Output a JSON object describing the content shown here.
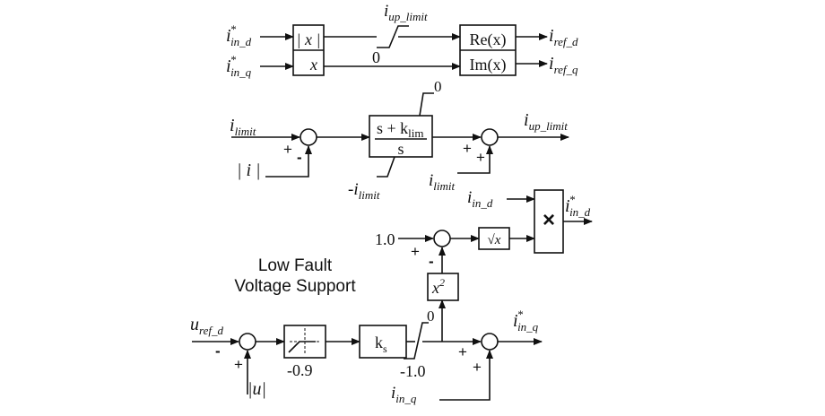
{
  "block1": {
    "in_d": {
      "main": "i",
      "sup": "*",
      "sub": "in_d"
    },
    "in_q": {
      "main": "i",
      "sup": "*",
      "sub": "in_q"
    },
    "abs_block": "| x |",
    "x_block": "x",
    "up_limit": {
      "main": "i",
      "sub": "up_limit"
    },
    "zero": "0",
    "re_block": "Re(x)",
    "im_block": "Im(x)",
    "out_d": {
      "main": "i",
      "sub": "ref_d"
    },
    "out_q": {
      "main": "i",
      "sub": "ref_q"
    }
  },
  "block2": {
    "limit_in": {
      "main": "i",
      "sub": "limit"
    },
    "abs_i": "| i |",
    "plus": "+",
    "minus": "-",
    "pi_num": "s + k",
    "pi_num_sub": "lim",
    "pi_den": "s",
    "upper": "0",
    "lower": {
      "main": "-i",
      "sub": "limit"
    },
    "limit_add": {
      "main": "i",
      "sub": "limit"
    },
    "plus2a": "+",
    "plus2b": "+",
    "out": {
      "main": "i",
      "sub": "up_limit"
    }
  },
  "block3": {
    "in_d": {
      "main": "i",
      "sub": "in_d"
    },
    "one": "1.0",
    "plus": "+",
    "minus": "-",
    "sqrt": "√x",
    "mult": "×",
    "out_d": {
      "main": "i",
      "sup": "*",
      "sub": "in_d"
    },
    "square": "x",
    "square_sup": "2"
  },
  "block4": {
    "title_line1": "Low Fault",
    "title_line2": "Voltage Support",
    "uref": {
      "main": "u",
      "sub": "ref_d"
    },
    "minus": "-",
    "plus": "+",
    "abs_u": "|u|",
    "deadband_val": "-0.9",
    "gain": "k",
    "gain_sub": "s",
    "upper": "0",
    "lower": "-1.0",
    "plus_a": "+",
    "plus_b": "+",
    "in_q": {
      "main": "i",
      "sub": "in_q"
    },
    "out_q": {
      "main": "i",
      "sup": "*",
      "sub": "in_q"
    }
  }
}
